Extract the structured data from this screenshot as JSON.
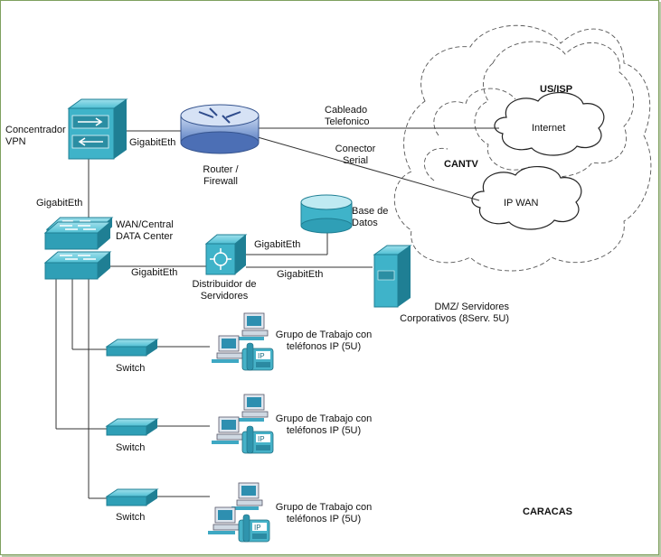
{
  "labels": {
    "vpn": [
      "Concentrador",
      "VPN"
    ],
    "router": [
      "Router /",
      "Firewall"
    ],
    "cableado": [
      "Cableado",
      "Telefonico"
    ],
    "conector": [
      "Conector",
      "Serial"
    ],
    "usisp": "US/ISP",
    "internet": "Internet",
    "cantv": "CANTV",
    "ipwan": "IP WAN",
    "wan_central": [
      "WAN/Central",
      "DATA Center"
    ],
    "distribuidor": [
      "Distribuidor de",
      "Servidores"
    ],
    "base_datos": [
      "Base de",
      "Datos"
    ],
    "dmz": [
      "DMZ/ Servidores",
      "Corporativos (8Serv. 5U)"
    ],
    "gigabit": "GigabitEth",
    "switch": "Switch",
    "grupo": [
      "Grupo de Trabajo con",
      "teléfonos IP  (5U)"
    ],
    "caracas": "CARACAS",
    "ip_badge": "IP"
  },
  "colors": {
    "device_fill": "#3fb3c9",
    "device_dark": "#1f7f94",
    "cloud_dash": "#555555",
    "line": "#333333"
  }
}
